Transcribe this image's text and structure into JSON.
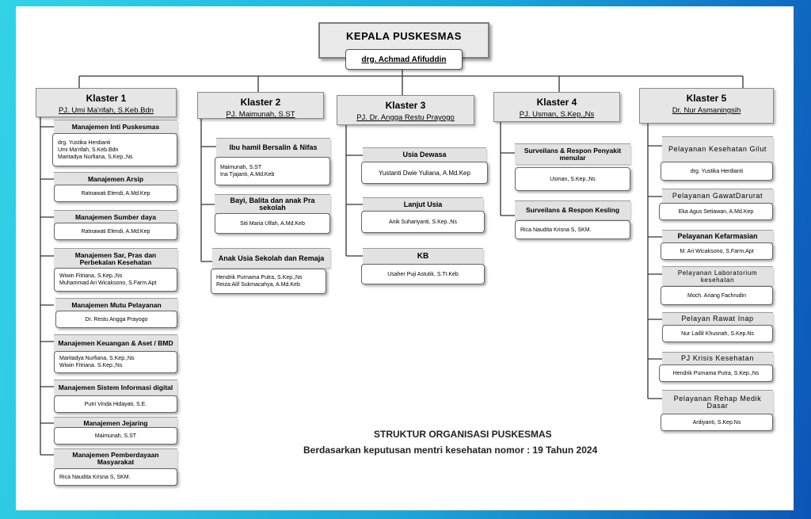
{
  "head": {
    "title": "KEPALA PUSKESMAS",
    "name": "drg.  Achmad Afifuddin"
  },
  "clusters": [
    {
      "title": "Klaster 1",
      "pj": "PJ. Umi Ma'rifah, S.Keb.Bdn"
    },
    {
      "title": "Klaster 2",
      "pj": "PJ. Maimunah, S.ST"
    },
    {
      "title": "Klaster 3",
      "pj": "PJ. Dr. Angga Restu Prayogo"
    },
    {
      "title": "Klaster 4",
      "pj": "PJ. Usman, S.Kep.,Ns"
    },
    {
      "title": "Klaster 5",
      "pj": "Dr. Nur Asmaningsih"
    }
  ],
  "k1": [
    {
      "unit": "Manajemen Inti Puskesmas",
      "people": [
        "drg. Yustika Herdianti",
        "Umi Ma'rifah, S.Keb.Bdn",
        "Maritadya Nurfiana, S.Kep.,Ns"
      ]
    },
    {
      "unit": "Manajemen Arsip",
      "people": [
        "Ratnawati Elendi, A.Md.Kep"
      ]
    },
    {
      "unit": "Manajemen Sumber daya",
      "people": [
        "Ratnawati Elendi, A.Md.Kep"
      ]
    },
    {
      "unit": "Manajemen Sar, Pras dan Perbekalan Kesehatan",
      "people": [
        "Wiwin Fitriana, S.Kep.,Ns",
        "Muhammad Ari Wicaksono, S.Farm.Apt"
      ]
    },
    {
      "unit": "Manajemen Mutu Pelayanan",
      "people": [
        "Dr. Restu Angga Prayogo"
      ]
    },
    {
      "unit": "Manajemen Keuangan & Aset / BMD",
      "people": [
        "Maritadya Nurfiana, S.Kep.,Ns",
        "Wiwin Fitriana. S.Kep.,Ns"
      ]
    },
    {
      "unit": "Manajemen Sistem Informasi digital",
      "people": [
        "Putri Vinda Hidayati, S.E."
      ]
    },
    {
      "unit": "Manajemen Jejaring",
      "people": [
        "Maimunah, S.ST"
      ]
    },
    {
      "unit": "Manajemen Pemberdayaan Masyarakat",
      "people": [
        "Rica Naudita Krisna S, SKM."
      ]
    }
  ],
  "k2": [
    {
      "unit": "Ibu hamil Bersalin & Nifas",
      "people": [
        "Maimunah, S.ST",
        "Ina Tjajanti, A.Md.Keb"
      ]
    },
    {
      "unit": "Bayi, Balita dan anak Pra sekolah",
      "people": [
        "Siti Maria Ulfah, A.Md.Keb"
      ]
    },
    {
      "unit": "Anak Usia Sekolah dan Remaja",
      "people": [
        "Hendrik Purnama Putra, S.Kep.,Ns",
        "Reiza Alif Sukmacahya, A.Md.Keb"
      ]
    }
  ],
  "k3": [
    {
      "unit": "Usia Dewasa",
      "people": [
        "Yustanti Dwie Yuliana, A.Md.Kep"
      ]
    },
    {
      "unit": "Lanjut Usia",
      "people": [
        "Anik Suhariyanti, S.Kep.,Ns"
      ]
    },
    {
      "unit": "KB",
      "people": [
        "Usaher Puji Astutik, S.Tr.Keb"
      ]
    }
  ],
  "k4": [
    {
      "unit": "Surveilans & Respon Penyakit menular",
      "people": [
        "Usman, S.Kep.,Ns"
      ]
    },
    {
      "unit": "Surveilans & Respon Kesling",
      "people": [
        "Rica Naudita Krisna S, SKM."
      ]
    }
  ],
  "k5": [
    {
      "unit": "Pelayanan Kesehatan Gilut",
      "people": [
        "drg. Yustika Herdianti"
      ]
    },
    {
      "unit": "Pelayanan GawatDarurat",
      "people": [
        "Eka Agus Setiawan, A.Md.Kep"
      ]
    },
    {
      "unit": "Pelayanan Kefarmasian",
      "people": [
        "M. Ari Wicaksono, S.Farm.Apt"
      ]
    },
    {
      "unit": "Pelayanan Laboratorium kesehatan",
      "people": [
        "Moch. Anang Fachrudin"
      ]
    },
    {
      "unit": "Pelayan Rawat Inap",
      "people": [
        "Nur Laillil Khusnah, S.Kep.Ns"
      ]
    },
    {
      "unit": "PJ Krisis Kesehatan",
      "people": [
        "Hendrik Purnama Putra, S.Kep.,Ns"
      ]
    },
    {
      "unit": "Pelayanan Rehap Medik Dasar",
      "people": [
        "Ardiyanti, S.Kep.Ns"
      ]
    }
  ],
  "caption": {
    "line1": "STRUKTUR ORGANISASI PUSKESMAS",
    "line2": "Berdasarkan keputusan mentri kesehatan nomor : 19 Tahun 2024"
  }
}
